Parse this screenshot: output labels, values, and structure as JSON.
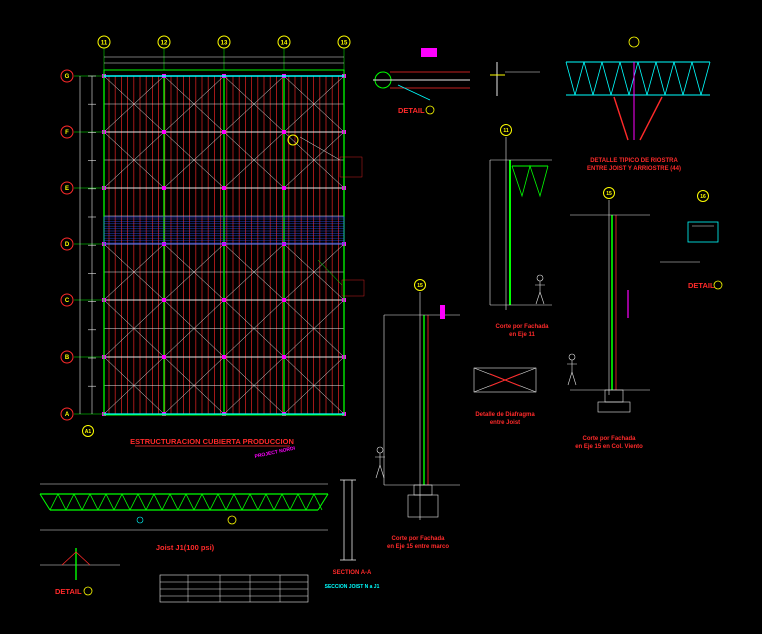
{
  "colors": {
    "background": "#000000",
    "grid": "#00ff00",
    "purlin": "#ff2a2a",
    "structure": "#ffffff",
    "label": "#ff2a2a",
    "accent": "#00ffff",
    "bubble": "#ffff00",
    "magenta": "#ff00ff"
  },
  "grid": {
    "columns": [
      "11",
      "12",
      "13",
      "14",
      "15"
    ],
    "rows": [
      "G",
      "F",
      "E",
      "D",
      "C",
      "B",
      "A"
    ]
  },
  "titles": {
    "plan_main": "ESTRUCTURACION CUBIERTA PRODUCCION",
    "plan_sub": "PROJECT NORDI",
    "detail_top": "DETAIL",
    "bracing_title_1": "DETALLE TIPICO DE RIOSTRA",
    "bracing_title_2": "ENTRE JOIST Y ARRIOSTRE (44)",
    "section_11_1": "Corte por Fachada",
    "section_11_2": "en Eje 11",
    "section_15_1": "Corte por Fachada",
    "section_15_2": "en Eje 15 en Col. Viento",
    "diaphragm_1": "Detalle de Diafragma",
    "diaphragm_2": "entre Joist",
    "detail_right": "DETAIL",
    "joist_title": "Joist J1(100 psi)",
    "section_aa": "SECTION A-A",
    "section_aa_sub": "SECCION JOIST N a J1",
    "detail_bottom": "DETAIL",
    "section_15b_1": "Corte por Fachada",
    "section_15b_2": "en Eje 15 entre marco"
  },
  "bubbles": {
    "sec_11": "11",
    "sec_15a": "15",
    "sec_15b": "15",
    "sec_16": "16",
    "a1": "A1"
  }
}
